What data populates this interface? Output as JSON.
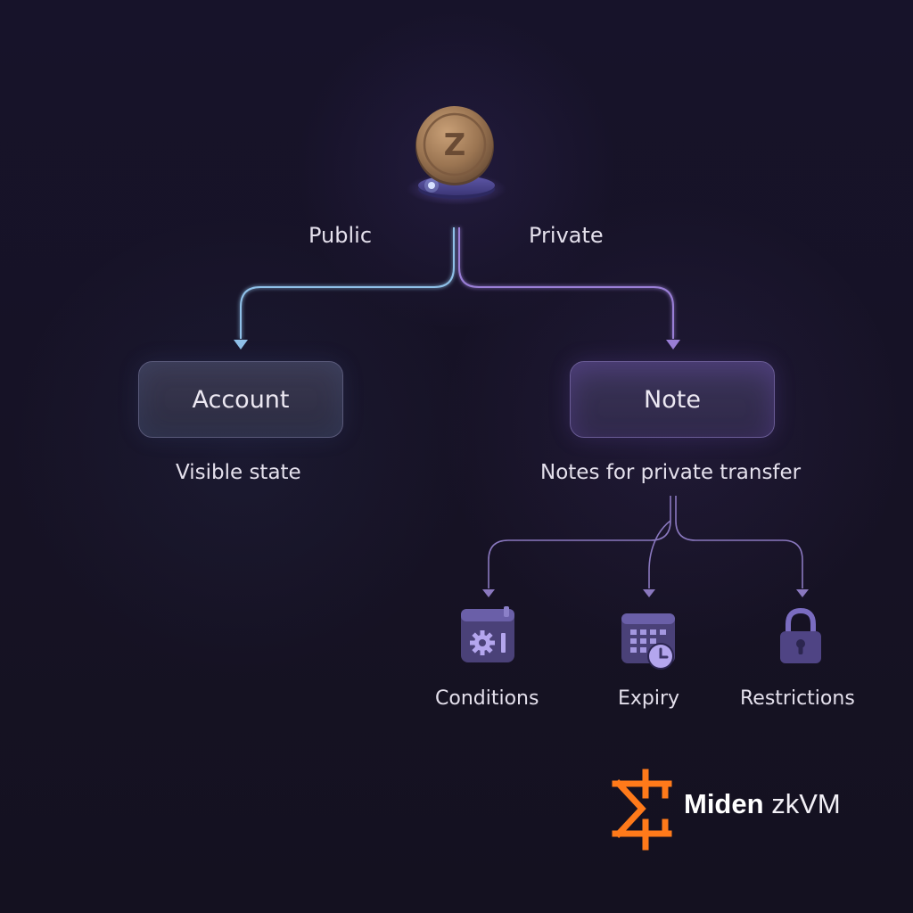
{
  "diagram": {
    "branches": {
      "public_label": "Public",
      "private_label": "Private"
    },
    "nodes": {
      "account": {
        "label": "Account",
        "description": "Visible state"
      },
      "note": {
        "label": "Note",
        "description": "Notes for private transfer"
      }
    },
    "features": [
      {
        "label": "Conditions",
        "icon": "calendar-gear-icon"
      },
      {
        "label": "Expiry",
        "icon": "calendar-clock-icon"
      },
      {
        "label": "Restrictions",
        "icon": "padlock-icon"
      }
    ],
    "coin_glyph": "Z",
    "colors": {
      "public_wire": "#8fc0e8",
      "private_wire": "#9a7fd6",
      "accent_orange": "#ff7a1a",
      "icon_fill": "#5d5290"
    }
  },
  "brand": {
    "name_bold": "Miden",
    "name_thin": "zkVM"
  }
}
